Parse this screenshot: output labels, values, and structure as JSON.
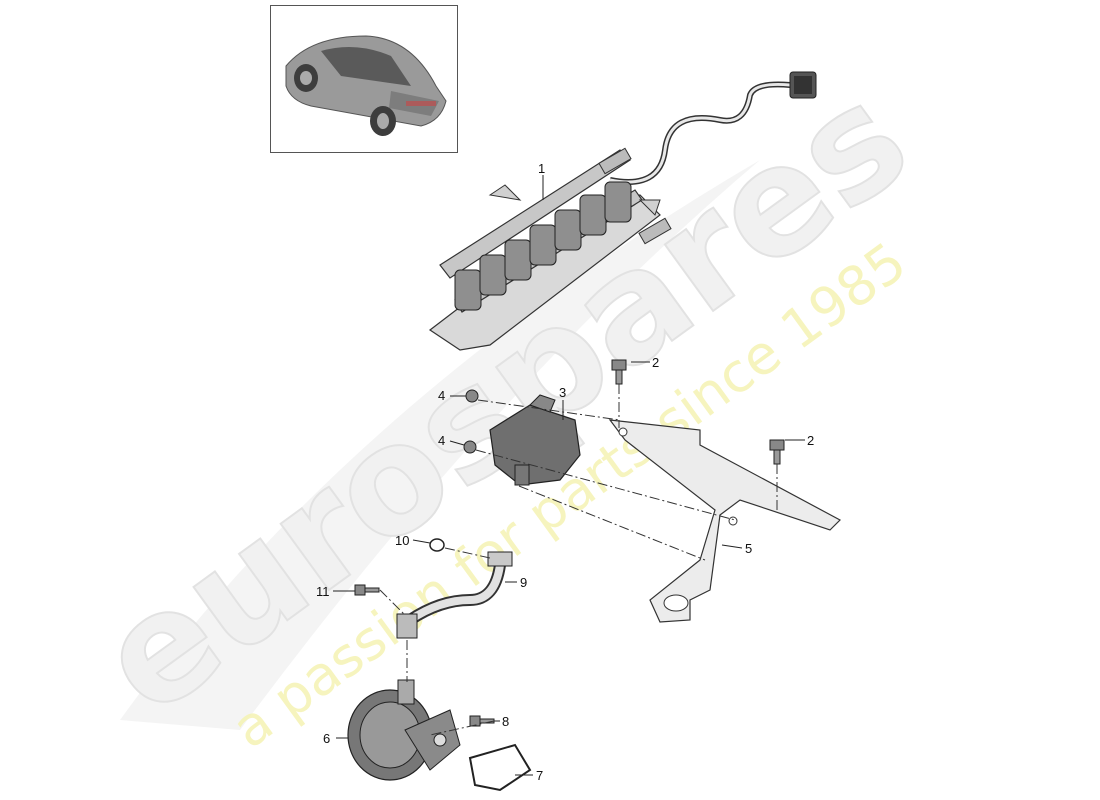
{
  "watermark": {
    "brand": "eurospares",
    "tagline": "a passion for parts since 1985"
  },
  "callouts": [
    {
      "num": "1"
    },
    {
      "num": "2"
    },
    {
      "num": "2"
    },
    {
      "num": "3"
    },
    {
      "num": "4"
    },
    {
      "num": "4"
    },
    {
      "num": "5"
    },
    {
      "num": "6"
    },
    {
      "num": "7"
    },
    {
      "num": "8"
    },
    {
      "num": "9"
    },
    {
      "num": "10"
    },
    {
      "num": "11"
    }
  ],
  "colors": {
    "line": "#222222",
    "part_fill": "#e6e6e6",
    "part_dark": "#6f6f6f",
    "watermark_brand": "#f1f1f1",
    "watermark_tagline": "#f5f3b3"
  }
}
